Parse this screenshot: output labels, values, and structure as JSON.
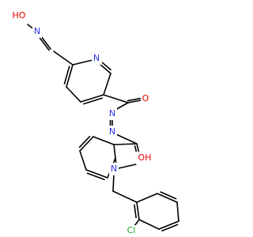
{
  "molecule": {
    "atom_colors": {
      "N": "#2a32e6",
      "O": "#e60000",
      "Cl": "#1fa01f",
      "C": "#000000"
    },
    "labels": {
      "hydroxyl_o": "HO",
      "oxime_n": "N",
      "pyridine_n": "N",
      "carbonyl_o": "O",
      "azo_n1": "N",
      "azo_n2": "N",
      "enol_o": "OH",
      "indole_n": "N",
      "chlorine": "Cl"
    }
  }
}
